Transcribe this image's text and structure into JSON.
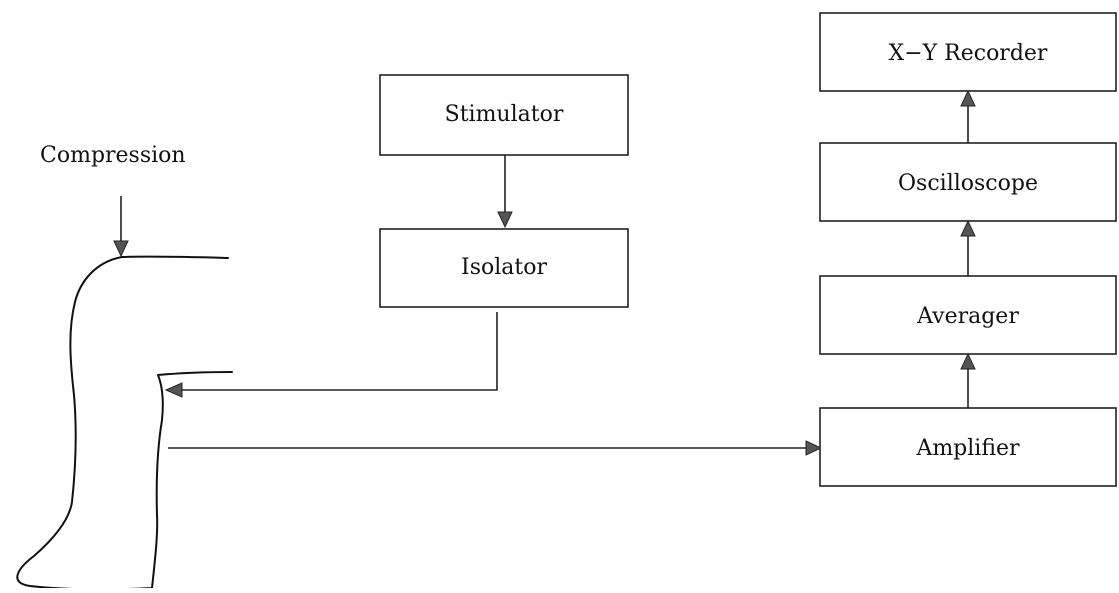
{
  "diagram": {
    "labels": {
      "compression": "Compression",
      "stimulator": "Stimulator",
      "isolator": "Isolator",
      "xy_recorder": "X−Y  Recorder",
      "oscilloscope": "Oscilloscope",
      "averager": "Averager",
      "amplifier": "Amplifier"
    },
    "colors": {
      "stroke": "#222222",
      "arrowhead": "#555555",
      "background": "#ffffff"
    }
  }
}
